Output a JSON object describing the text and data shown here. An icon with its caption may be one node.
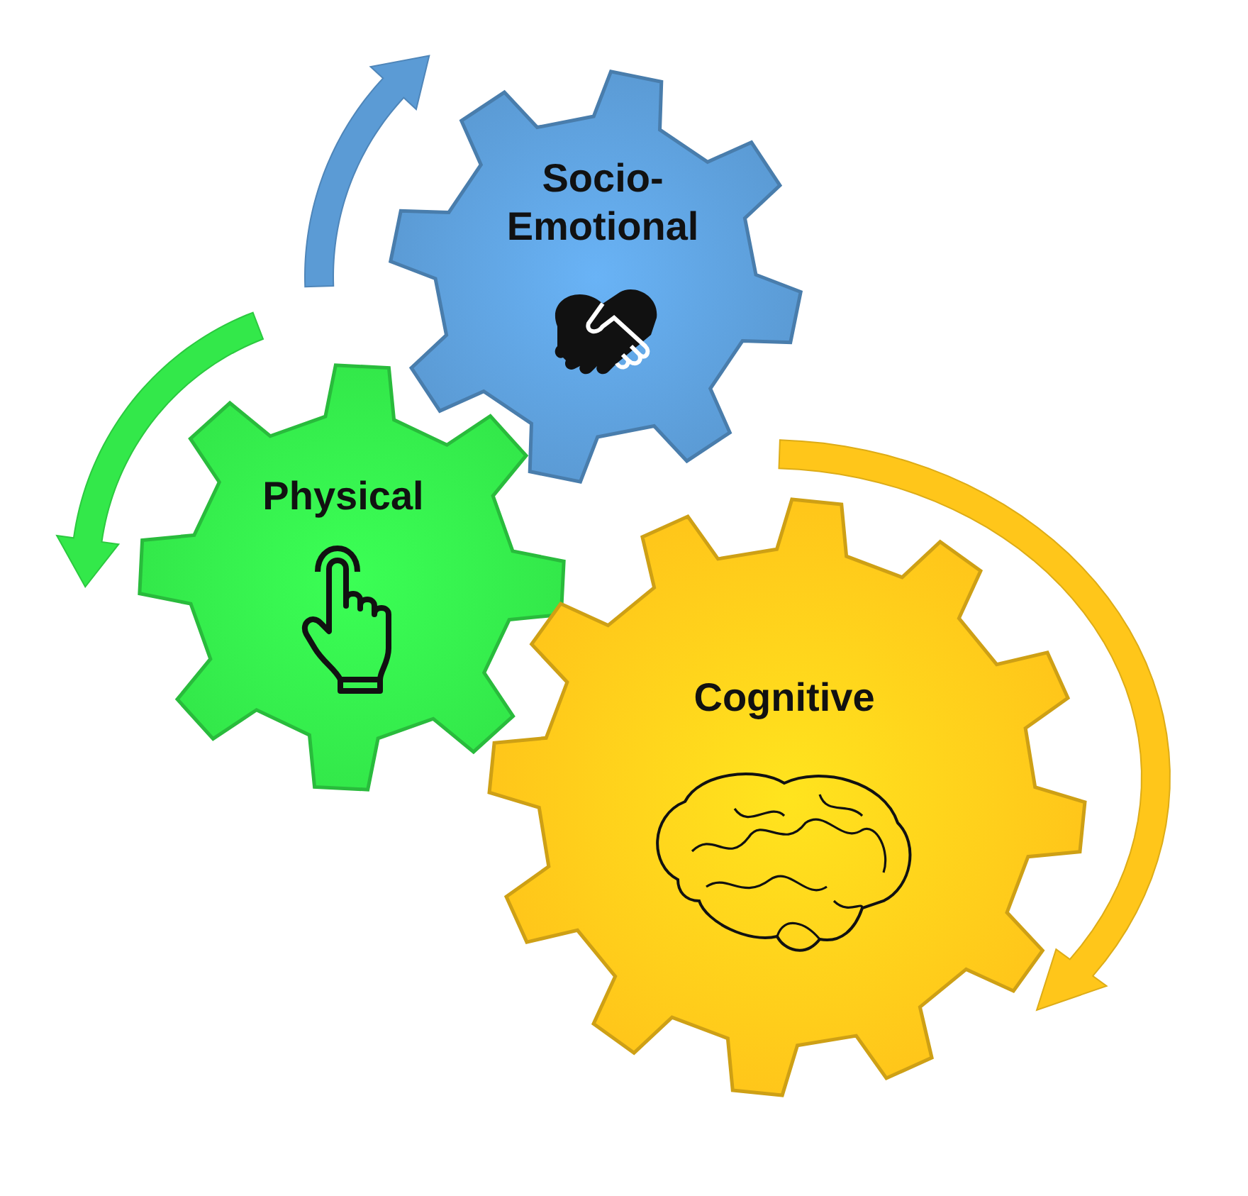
{
  "diagram": {
    "nodes": [
      {
        "text": [
          "Socio- Emotional"
        ]
      },
      {
        "text": [
          "Physical"
        ]
      },
      {
        "text": [
          "Cognitive"
        ]
      }
    ]
  }
}
